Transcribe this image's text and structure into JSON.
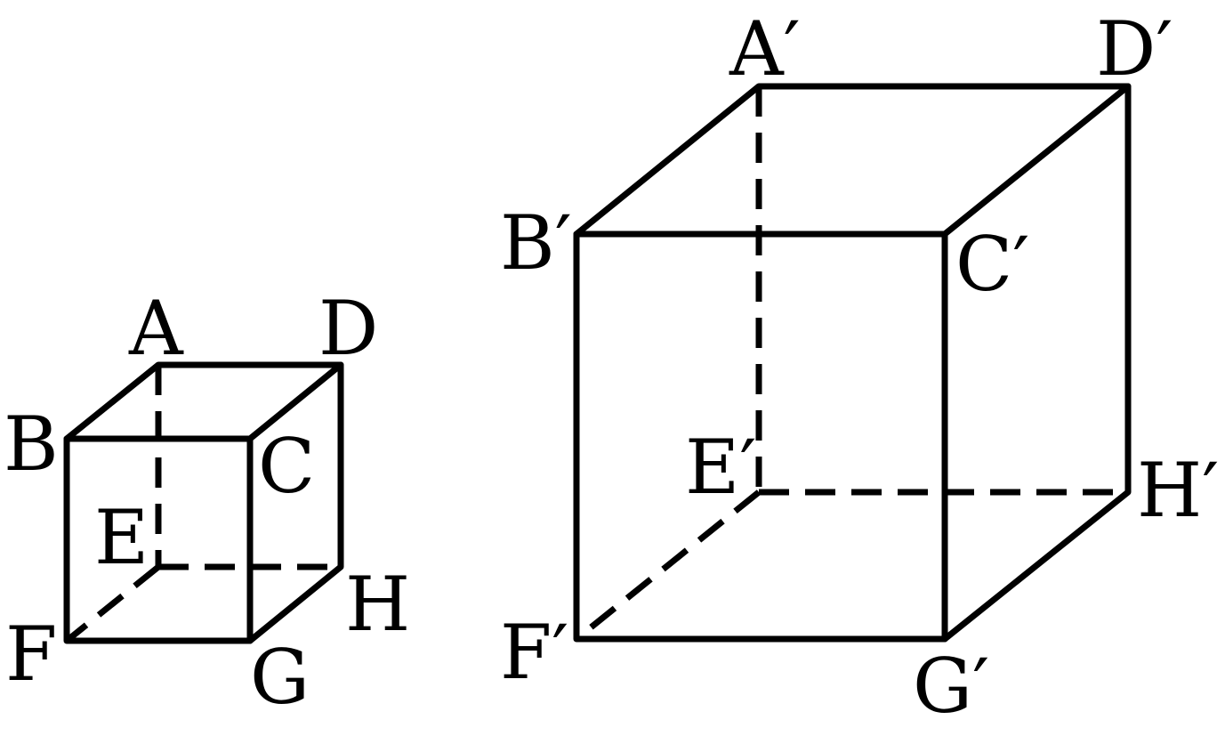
{
  "small_cube": {
    "labels": {
      "A": "A",
      "B": "B",
      "C": "C",
      "D": "D",
      "E": "E",
      "F": "F",
      "G": "G",
      "H": "H"
    }
  },
  "large_cube": {
    "labels": {
      "A": "A′",
      "B": "B′",
      "C": "C′",
      "D": "D′",
      "E": "E′",
      "F": "F′",
      "G": "G′",
      "H": "H′"
    }
  },
  "colors": {
    "stroke": "#000000",
    "background": "#ffffff"
  }
}
